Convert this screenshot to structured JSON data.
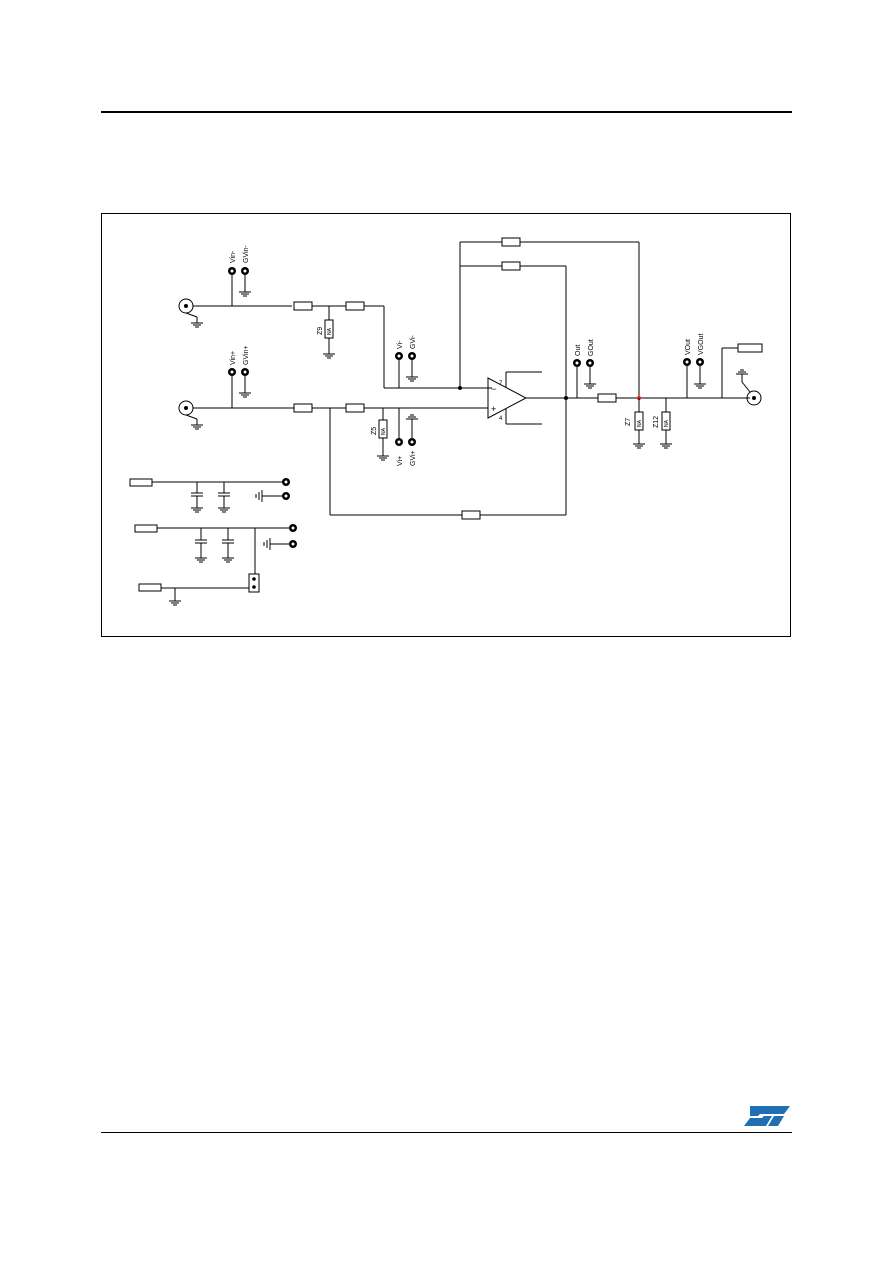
{
  "colors": {
    "ink": "#000000",
    "logo": "#1f6fb2",
    "junction": "#e32020"
  },
  "labels": {
    "vin_minus": "Vin-",
    "gvin_minus": "GVin-",
    "vin_plus": "Vin+",
    "gvin_plus": "GVin+",
    "z9": "Z9",
    "vi_minus": "Vi-",
    "gvi_minus": "GVi-",
    "z5": "Z5",
    "vi_plus": "Vi+",
    "gvi_plus": "GVi+",
    "out": "Out",
    "gout": "GOut",
    "z7": "Z7",
    "z12": "Z12",
    "vout": "VOut",
    "vgout": "VGOut",
    "na": "NA",
    "opamp_minus": "−",
    "opamp_plus": "+",
    "pin7": "7",
    "pin4": "4"
  },
  "logo": {
    "name": "ST"
  }
}
